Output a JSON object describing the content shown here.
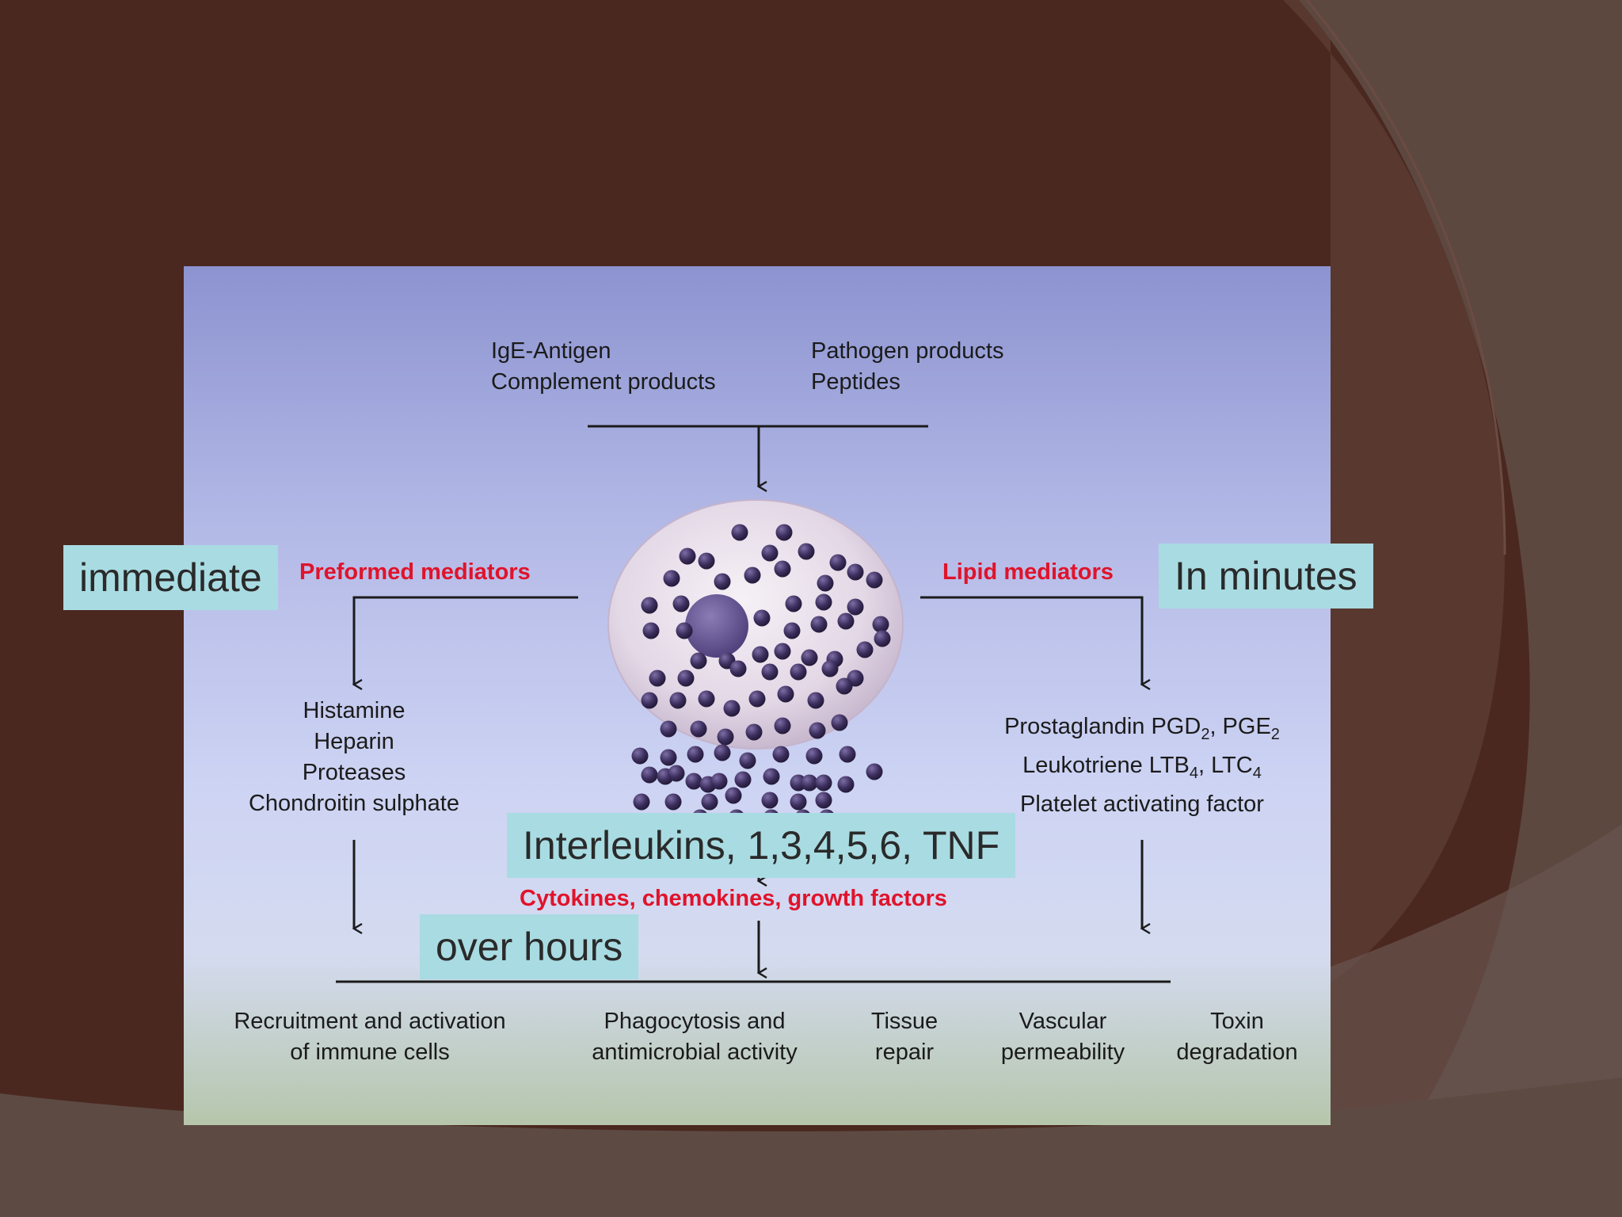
{
  "trigger": {
    "left_lines": [
      "IgE-Antigen",
      "Complement products"
    ],
    "right_lines": [
      "Pathogen products",
      "Peptides"
    ]
  },
  "preformed": {
    "heading": "Preformed mediators",
    "items": [
      "Histamine",
      "Heparin",
      "Proteases",
      "Chondroitin sulphate"
    ]
  },
  "lipid": {
    "heading": "Lipid mediators",
    "line1": {
      "prefix": "Prostaglandin PGD",
      "sub1": "2",
      "mid": ", PGE",
      "sub2": "2"
    },
    "line2": {
      "prefix": "Leukotriene LTB",
      "sub1": "4",
      "mid": ", LTC",
      "sub2": "4"
    },
    "line3": "Platelet activating factor"
  },
  "cytokines": {
    "heading": "Cytokines, chemokines, growth factors"
  },
  "effects": [
    {
      "line1": "Recruitment and activation",
      "line2": "of immune cells"
    },
    {
      "line1": "Phagocytosis and",
      "line2": "antimicrobial activity"
    },
    {
      "line1": "Tissue",
      "line2": "repair"
    },
    {
      "line1": "Vascular",
      "line2": "permeability"
    },
    {
      "line1": "Toxin",
      "line2": "degradation"
    }
  ],
  "overlays": {
    "immediate": "immediate",
    "in_minutes": "In minutes",
    "interleukins": "Interleukins, 1,3,4,5,6, TNF",
    "over_hours": "over hours"
  },
  "colors": {
    "background": "#4a2820",
    "accent_red": "#e0132b",
    "label_box": "#a9dbe2",
    "granule": "#3d2f5e",
    "cell": "#e6dde9"
  }
}
